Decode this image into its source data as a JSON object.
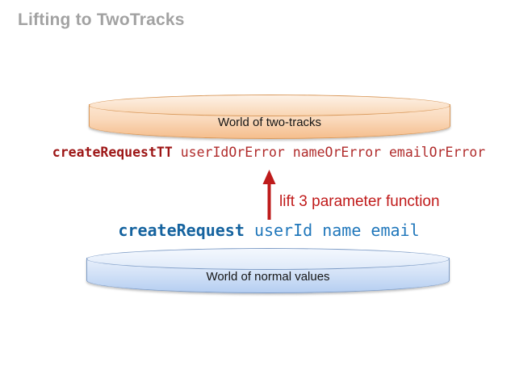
{
  "slide": {
    "title": "Lifting to TwoTracks"
  },
  "diagram": {
    "top_cylinder": {
      "label": "World of two-tracks",
      "fill_top": "#FDF2E7",
      "fill_bottom": "#F5BE8D",
      "border_color": "#D9995B"
    },
    "bottom_cylinder": {
      "label": "World of normal values",
      "fill_top": "#F4F8FE",
      "fill_bottom": "#B5CEF1",
      "border_color": "#7E9CC6"
    },
    "lifted_code": {
      "keyword": "createRequestTT",
      "args": "userIdOrError nameOrError emailOrError",
      "keyword_color": "#9D1616",
      "args_color": "#B02B2B"
    },
    "normal_code": {
      "keyword": "createRequest",
      "args": "userId name email",
      "keyword_color": "#15639F",
      "args_color": "#2077BB"
    },
    "arrow": {
      "label": "lift 3 parameter function",
      "color": "#C01A1A",
      "direction": "up"
    }
  },
  "colors": {
    "background": "#FFFFFF",
    "title_gray": "#A2A2A2"
  }
}
